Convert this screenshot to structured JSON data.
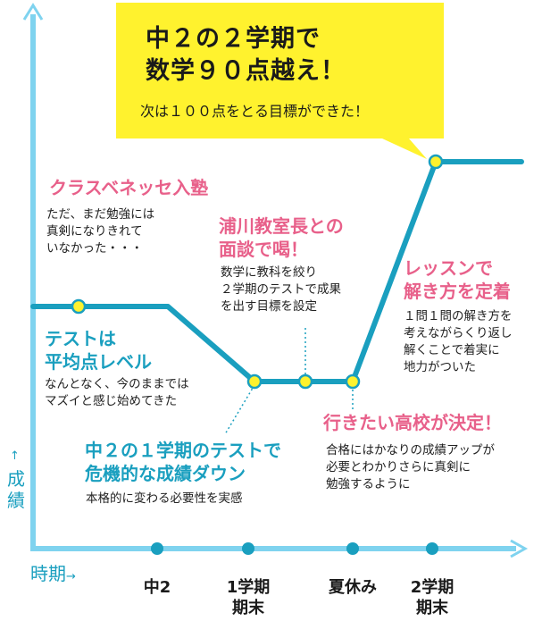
{
  "callout": {
    "title_line1": "中２の２学期で",
    "title_line2": "数学９０点越え！",
    "subtitle": "次は１００点をとる目標ができた！"
  },
  "notes": [
    {
      "id": "juku",
      "title": "クラスベネッセ入塾",
      "body": [
        "ただ、まだ勉強には",
        "真剣になりきれて",
        "いなかった・・・"
      ]
    },
    {
      "id": "average",
      "title": [
        "テストは",
        "平均点レベル"
      ],
      "body": [
        "なんとなく、今のままでは",
        "マズイと感じ始めてきた"
      ]
    },
    {
      "id": "interview",
      "title": [
        "浦川教室長との",
        "面談で喝！"
      ],
      "body": [
        "数学に教科を絞り",
        "２学期のテストで成果",
        "を出す目標を設定"
      ]
    },
    {
      "id": "drop",
      "title": [
        "中２の１学期のテストで",
        "危機的な成績ダウン"
      ],
      "body": [
        "本格的に変わる必要性を実感"
      ]
    },
    {
      "id": "lesson",
      "title": [
        "レッスンで",
        "解き方を定着"
      ],
      "body": [
        "１問１問の解き方を",
        "考えながらくり返し",
        "解くことで着実に",
        "地力がついた"
      ]
    },
    {
      "id": "school",
      "title": "行きたい高校が決定！",
      "body": [
        "合格にはかなりの成績アップが",
        "必要とわかりさらに真剣に",
        "勉強するように"
      ]
    }
  ],
  "axes": {
    "y_label": "成績",
    "y_arrow": "↑",
    "x_label": "時期",
    "x_arrow": "→"
  },
  "ticks": [
    {
      "label": [
        "中2"
      ]
    },
    {
      "label": [
        "1学期",
        "期末"
      ]
    },
    {
      "label": [
        "夏休み"
      ]
    },
    {
      "label": [
        "2学期",
        "期末"
      ]
    }
  ],
  "colors": {
    "axis": "#7fd3ef",
    "line": "#1a9fbf",
    "callout_bg": "#fff22e",
    "point_fill": "#fff22e",
    "pink": "#e8608a",
    "teal": "#1a9fbf",
    "tick_dot": "#1a9fbf"
  }
}
